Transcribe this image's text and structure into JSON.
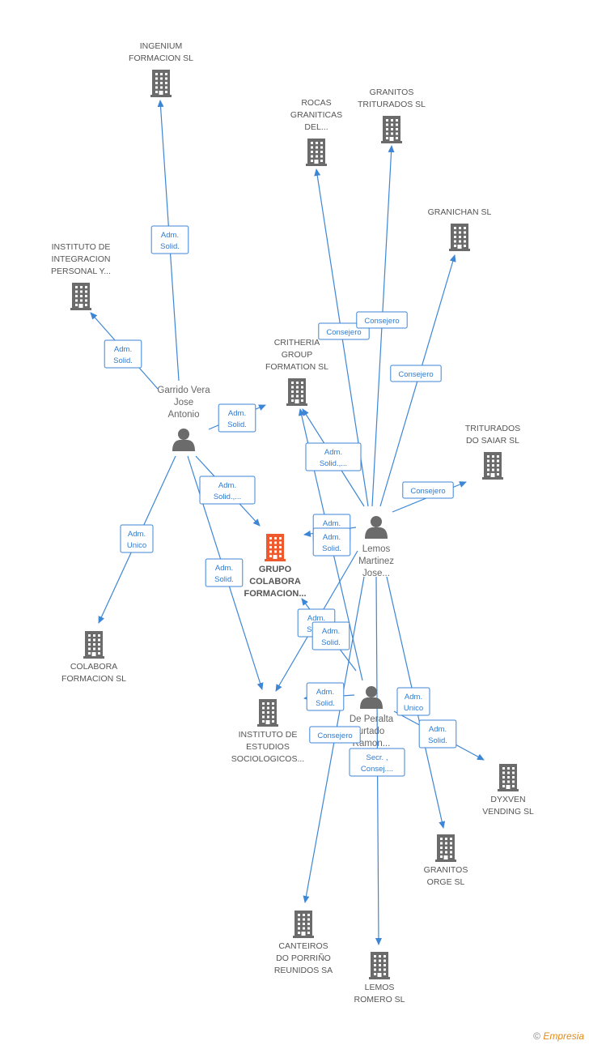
{
  "companies": [
    {
      "id": "ingenium",
      "lines": [
        "INGENIUM",
        "FORMACION  SL"
      ],
      "focus": false
    },
    {
      "id": "granitos_triturados",
      "lines": [
        "GRANITOS",
        "TRITURADOS SL"
      ],
      "focus": false
    },
    {
      "id": "rocas",
      "lines": [
        "ROCAS",
        "GRANITICAS",
        "DEL..."
      ],
      "focus": false
    },
    {
      "id": "granichan",
      "lines": [
        "GRANICHAN SL"
      ],
      "focus": false
    },
    {
      "id": "instituto_integracion",
      "lines": [
        "INSTITUTO DE",
        "INTEGRACION",
        "PERSONAL Y..."
      ],
      "focus": false
    },
    {
      "id": "critheria",
      "lines": [
        "CRITHERIA",
        "GROUP",
        "FORMATION SL"
      ],
      "focus": false
    },
    {
      "id": "triturados_saiar",
      "lines": [
        "TRITURADOS",
        "DO SAIAR SL"
      ],
      "focus": false
    },
    {
      "id": "grupo_colabora",
      "lines": [
        "GRUPO",
        "COLABORA",
        "FORMACION..."
      ],
      "focus": true
    },
    {
      "id": "colabora_formacion",
      "lines": [
        "COLABORA",
        "FORMACION SL"
      ],
      "focus": false
    },
    {
      "id": "instituto_estudios",
      "lines": [
        "INSTITUTO DE",
        "ESTUDIOS",
        "SOCIOLOGICOS..."
      ],
      "focus": false
    },
    {
      "id": "dyxven",
      "lines": [
        "DYXVEN",
        "VENDING SL"
      ],
      "focus": false
    },
    {
      "id": "granitos_orge",
      "lines": [
        "GRANITOS",
        "ORGE  SL"
      ],
      "focus": false
    },
    {
      "id": "canteiros",
      "lines": [
        "CANTEIROS",
        "DO PORRIÑO",
        "REUNIDOS SA"
      ],
      "focus": false
    },
    {
      "id": "lemos_romero",
      "lines": [
        "LEMOS",
        "ROMERO SL"
      ],
      "focus": false
    }
  ],
  "persons": [
    {
      "id": "garrido",
      "lines": [
        "Garrido Vera",
        "Jose",
        "Antonio"
      ]
    },
    {
      "id": "lemos",
      "lines": [
        "Lemos",
        "Martinez",
        "Jose..."
      ]
    },
    {
      "id": "peralta",
      "lines": [
        "De Peralta",
        "urtado",
        "Ramon..."
      ]
    }
  ],
  "edges": [
    {
      "from": "garrido",
      "to": "ingenium",
      "badge": [
        "Adm.",
        "Solid."
      ]
    },
    {
      "from": "garrido",
      "to": "instituto_integracion",
      "badge": [
        "Adm.",
        "Solid."
      ]
    },
    {
      "from": "garrido",
      "to": "critheria",
      "badge": [
        "Adm.",
        "Solid."
      ]
    },
    {
      "from": "garrido",
      "to": "grupo_colabora",
      "badge": [
        "Adm.",
        "Solid.,..."
      ]
    },
    {
      "from": "garrido",
      "to": "colabora_formacion",
      "badge": [
        "Adm.",
        "Unico"
      ]
    },
    {
      "from": "garrido",
      "to": "instituto_estudios",
      "badge": [
        "Adm.",
        "Solid."
      ]
    },
    {
      "from": "lemos",
      "to": "rocas",
      "badge": [
        "Consejero"
      ]
    },
    {
      "from": "lemos",
      "to": "granitos_triturados",
      "badge": [
        "Consejero"
      ]
    },
    {
      "from": "lemos",
      "to": "granichan",
      "badge": [
        "Consejero"
      ]
    },
    {
      "from": "lemos",
      "to": "critheria",
      "badge": [
        "Adm.",
        "Solid.,..."
      ]
    },
    {
      "from": "lemos",
      "to": "triturados_saiar",
      "badge": [
        "Consejero"
      ]
    },
    {
      "from": "lemos",
      "to": "grupo_colabora",
      "badge": [
        "Adm.",
        "Solid."
      ]
    },
    {
      "from": "lemos",
      "to": "instituto_estudios",
      "badge": [
        "Adm.",
        "Solid."
      ]
    },
    {
      "from": "lemos",
      "to": "granitos_orge",
      "badge": [
        "Adm.",
        "Unico"
      ]
    },
    {
      "from": "lemos",
      "to": "lemos_romero",
      "badge": [
        "Secr. ,",
        "Consej...."
      ]
    },
    {
      "from": "lemos",
      "to": "canteiros",
      "badge": [
        "Consejero"
      ]
    },
    {
      "from": "peralta",
      "to": "grupo_colabora",
      "badge": [
        "Adm.",
        "Solid."
      ]
    },
    {
      "from": "peralta",
      "to": "critheria",
      "badge": [
        "Adm.",
        "Solid."
      ]
    },
    {
      "from": "peralta",
      "to": "instituto_estudios",
      "badge": [
        "Adm.",
        "Solid."
      ]
    },
    {
      "from": "peralta",
      "to": "dyxven",
      "badge": [
        "Adm.",
        "Solid."
      ]
    }
  ],
  "colors": {
    "edge": "#3d86d6",
    "building": "#6b6b6b",
    "focus_building": "#ee5a2e",
    "person": "#6b6b6b"
  },
  "footer": {
    "copyright_symbol": "©",
    "brand": "Empresia"
  }
}
